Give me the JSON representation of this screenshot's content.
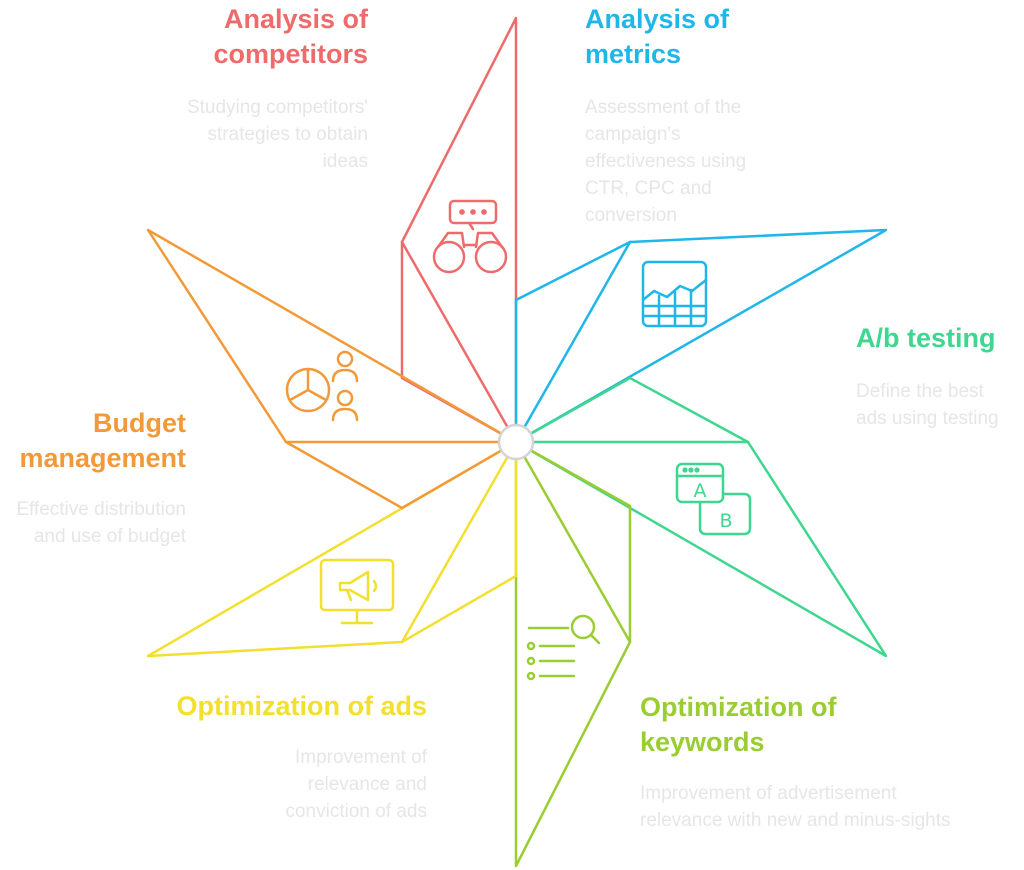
{
  "colors": {
    "competitors": "#ef6b6b",
    "metrics": "#1fb6ea",
    "ab_testing": "#3fd68f",
    "keywords": "#9acd32",
    "ads": "#f2e02f",
    "budget": "#f29a3a",
    "hub": "#d4d4d4",
    "description": "#e6e6e6"
  },
  "sections": {
    "competitors": {
      "title": "Analysis of competitors",
      "description": "Studying competitors' strategies to obtain ideas",
      "icon": "binoculars-chat-icon"
    },
    "metrics": {
      "title": "Analysis of metrics",
      "description": "Assessment of the campaign's effectiveness using CTR, CPC and conversion",
      "icon": "line-chart-grid-icon"
    },
    "ab_testing": {
      "title": "A/b testing",
      "description": "Define the best ads using testing",
      "icon": "ab-windows-icon"
    },
    "keywords": {
      "title": "Optimization of keywords",
      "description": "Improvement of advertisement relevance with new and minus-sights",
      "icon": "search-list-icon"
    },
    "ads": {
      "title": "Optimization of ads",
      "description": "Improvement of relevance and conviction of ads",
      "icon": "monitor-megaphone-icon"
    },
    "budget": {
      "title": "Budget management",
      "description": "Effective distribution and use of budget",
      "icon": "pie-chart-people-icon"
    }
  },
  "icon_text": {
    "a": "A",
    "b": "B"
  }
}
